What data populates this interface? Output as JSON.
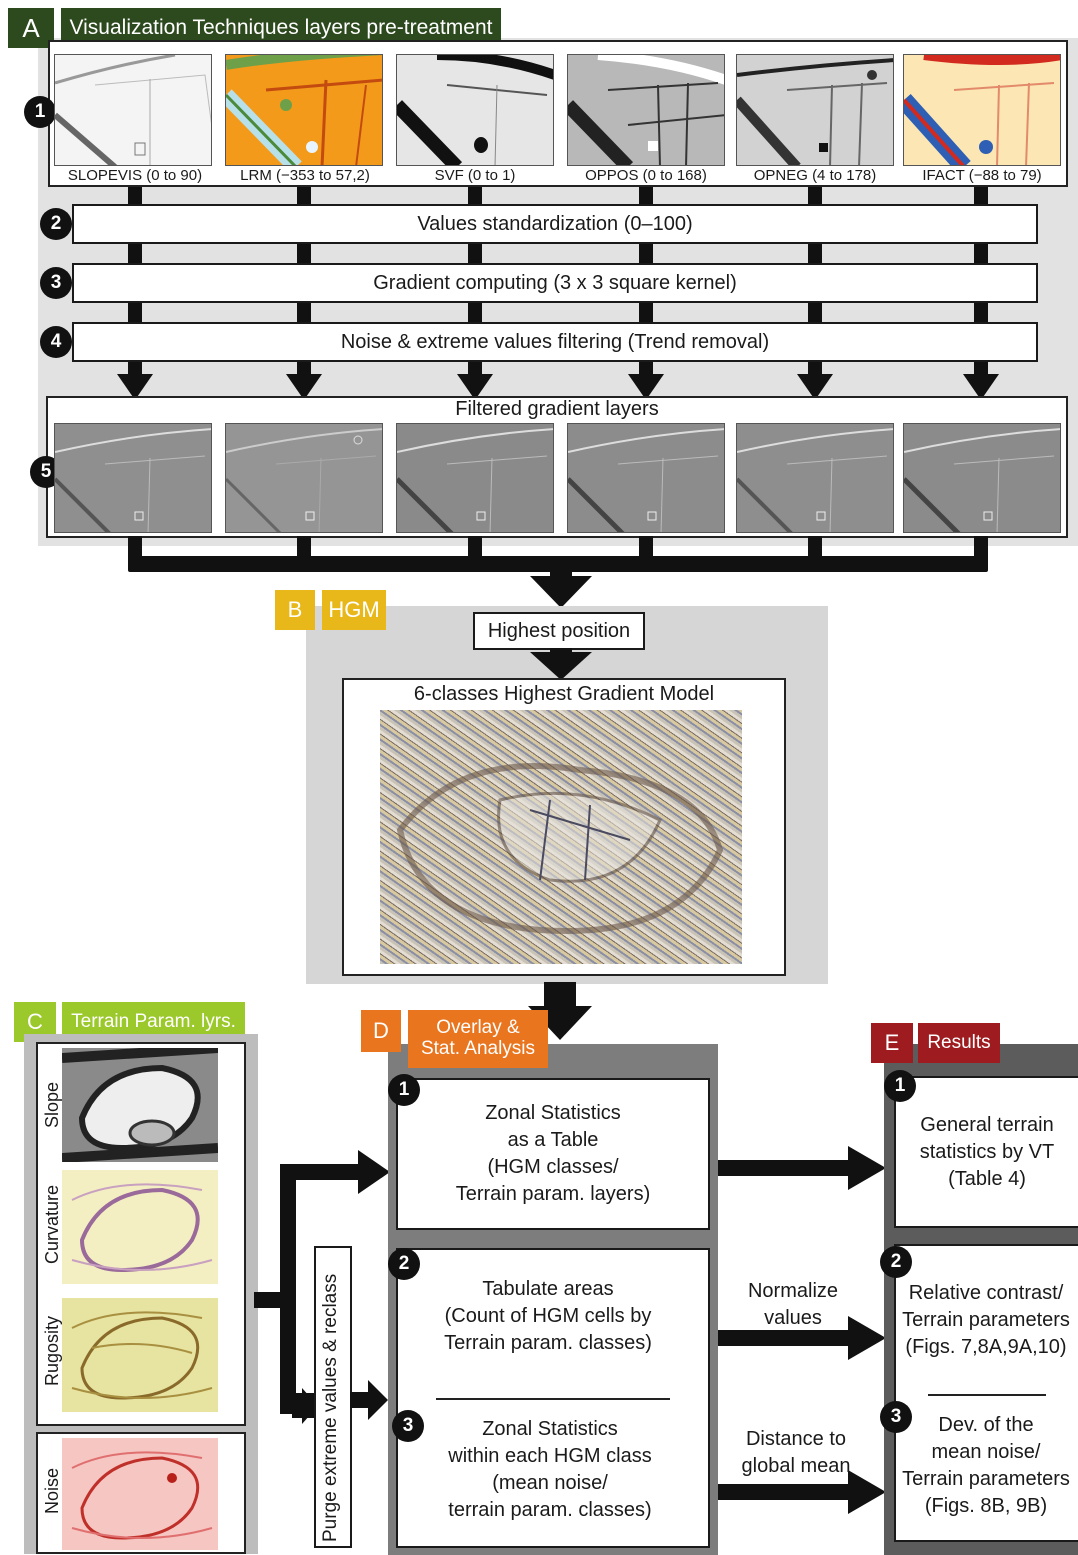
{
  "panel_a": {
    "letter": "A",
    "title": "Visualization Techniques layers pre-treatment",
    "thumbnails": [
      {
        "caption": "SLOPEVIS (0 to 90)"
      },
      {
        "caption": "LRM (−353 to 57,2)"
      },
      {
        "caption": "SVF (0 to 1)"
      },
      {
        "caption": "OPPOS (0 to 168)"
      },
      {
        "caption": "OPNEG (4 to 178)"
      },
      {
        "caption": "IFACT (−88 to 79)"
      }
    ],
    "steps": [
      {
        "num": "1"
      },
      {
        "num": "2",
        "label": "Values standardization (0–100)"
      },
      {
        "num": "3",
        "label": "Gradient computing (3 x 3 square kernel)"
      },
      {
        "num": "4",
        "label": "Noise & extreme values filtering (Trend removal)"
      },
      {
        "num": "5",
        "label": "Filtered gradient layers"
      }
    ]
  },
  "panel_b": {
    "letter": "B",
    "title": "HGM",
    "highest_position": "Highest position",
    "model_title": "6-classes Highest Gradient Model"
  },
  "panel_c": {
    "letter": "C",
    "title": "Terrain Param. lyrs.",
    "layers": [
      "Slope",
      "Curvature",
      "Rugosity",
      "Noise"
    ],
    "purge": "Purge extreme values & reclass"
  },
  "panel_d": {
    "letter": "D",
    "title_line1": "Overlay &",
    "title_line2": "Stat. Analysis",
    "items": [
      {
        "num": "1",
        "lines": [
          "Zonal Statistics",
          "as a Table",
          "(HGM classes/",
          "Terrain param. layers)"
        ]
      },
      {
        "num": "2",
        "lines": [
          "Tabulate areas",
          "(Count of HGM cells by",
          "Terrain param. classes)"
        ]
      },
      {
        "num": "3",
        "lines": [
          "Zonal Statistics",
          "within each HGM class",
          "(mean noise/",
          "terrain param. classes)"
        ]
      }
    ]
  },
  "connectors": {
    "normalize": [
      "Normalize",
      "values"
    ],
    "distance": [
      "Distance to",
      "global mean"
    ]
  },
  "panel_e": {
    "letter": "E",
    "title": "Results",
    "items": [
      {
        "num": "1",
        "lines": [
          "General terrain",
          "statistics by VT",
          "(Table 4)"
        ]
      },
      {
        "num": "2",
        "lines": [
          "Relative contrast/",
          "Terrain parameters",
          "(Figs. 7,8A,9A,10)"
        ]
      },
      {
        "num": "3",
        "lines": [
          "Dev. of the",
          "mean noise/",
          "Terrain parameters",
          "(Figs. 8B, 9B)"
        ]
      }
    ]
  },
  "colors": {
    "panel_a_tag": "#2d4a1e",
    "panel_b_tag": "#e8b81a",
    "panel_c_tag": "#9bc82a",
    "panel_d_tag": "#e9751e",
    "panel_e_tag": "#9e1b20"
  }
}
